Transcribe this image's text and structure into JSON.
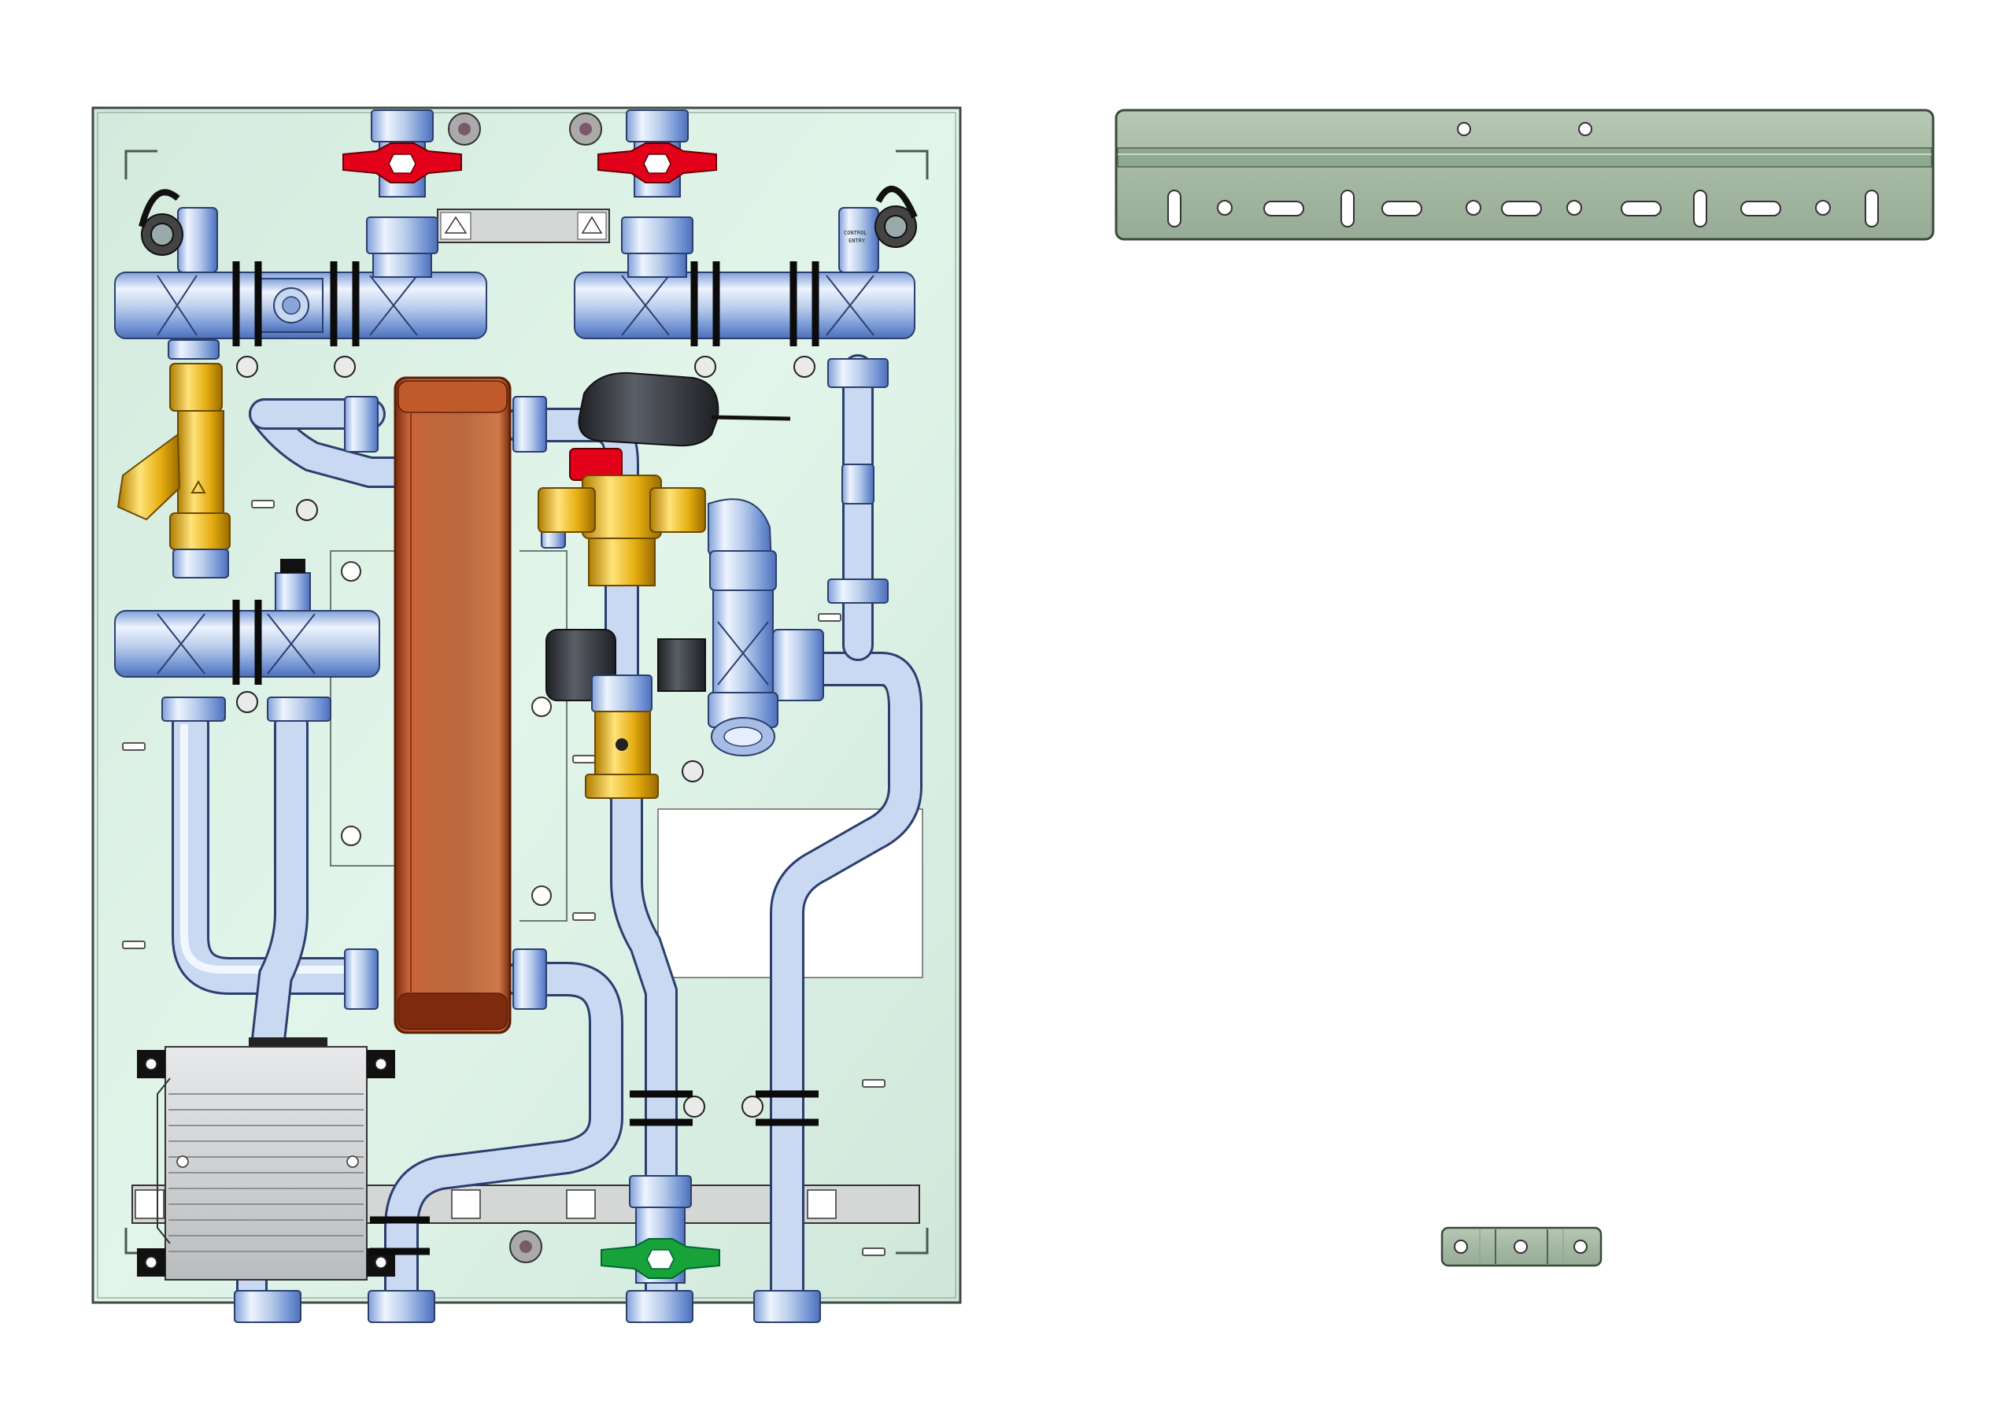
{
  "colors": {
    "background": "#ffffff",
    "panel_fill": "#d9efe4",
    "panel_stroke": "#3f4a45",
    "rail_fill": "#a9bca8",
    "rail_stroke": "#3a4a3a",
    "pipe_light": "#e8f1ff",
    "pipe_mid": "#a9c3e8",
    "pipe_dark": "#5d7ec9",
    "brass_light": "#ffe37a",
    "brass_dark": "#c08a00",
    "copper_light": "#d88a52",
    "copper_dark": "#8a3513",
    "handle_red": "#e3001b",
    "handle_green": "#18a33a",
    "actuator_dark": "#2d2f33",
    "pump_gray": "#c9cbcd",
    "clip_black": "#0b0b0b",
    "label_plate": "#d4d7d6"
  },
  "components": {
    "mounting_panel": "mounting-panel",
    "heat_exchanger": "plate-heat-exchanger",
    "strainer": "y-strainer",
    "pump": "circulation-pump",
    "control_valve": "motorized-valve",
    "ball_valves": [
      "ball-valve-top-left",
      "ball-valve-top-right",
      "ball-valve-bottom-green"
    ],
    "air_vents": [
      "air-vent-left",
      "air-vent-right"
    ],
    "wall_rail": "wall-mounting-rail",
    "small_bracket": "small-mounting-bracket"
  },
  "labels": {
    "vent_cap_left_line1": "",
    "vent_cap_right_line1": "CONTROL",
    "vent_cap_right_line2": "ENTRY"
  }
}
